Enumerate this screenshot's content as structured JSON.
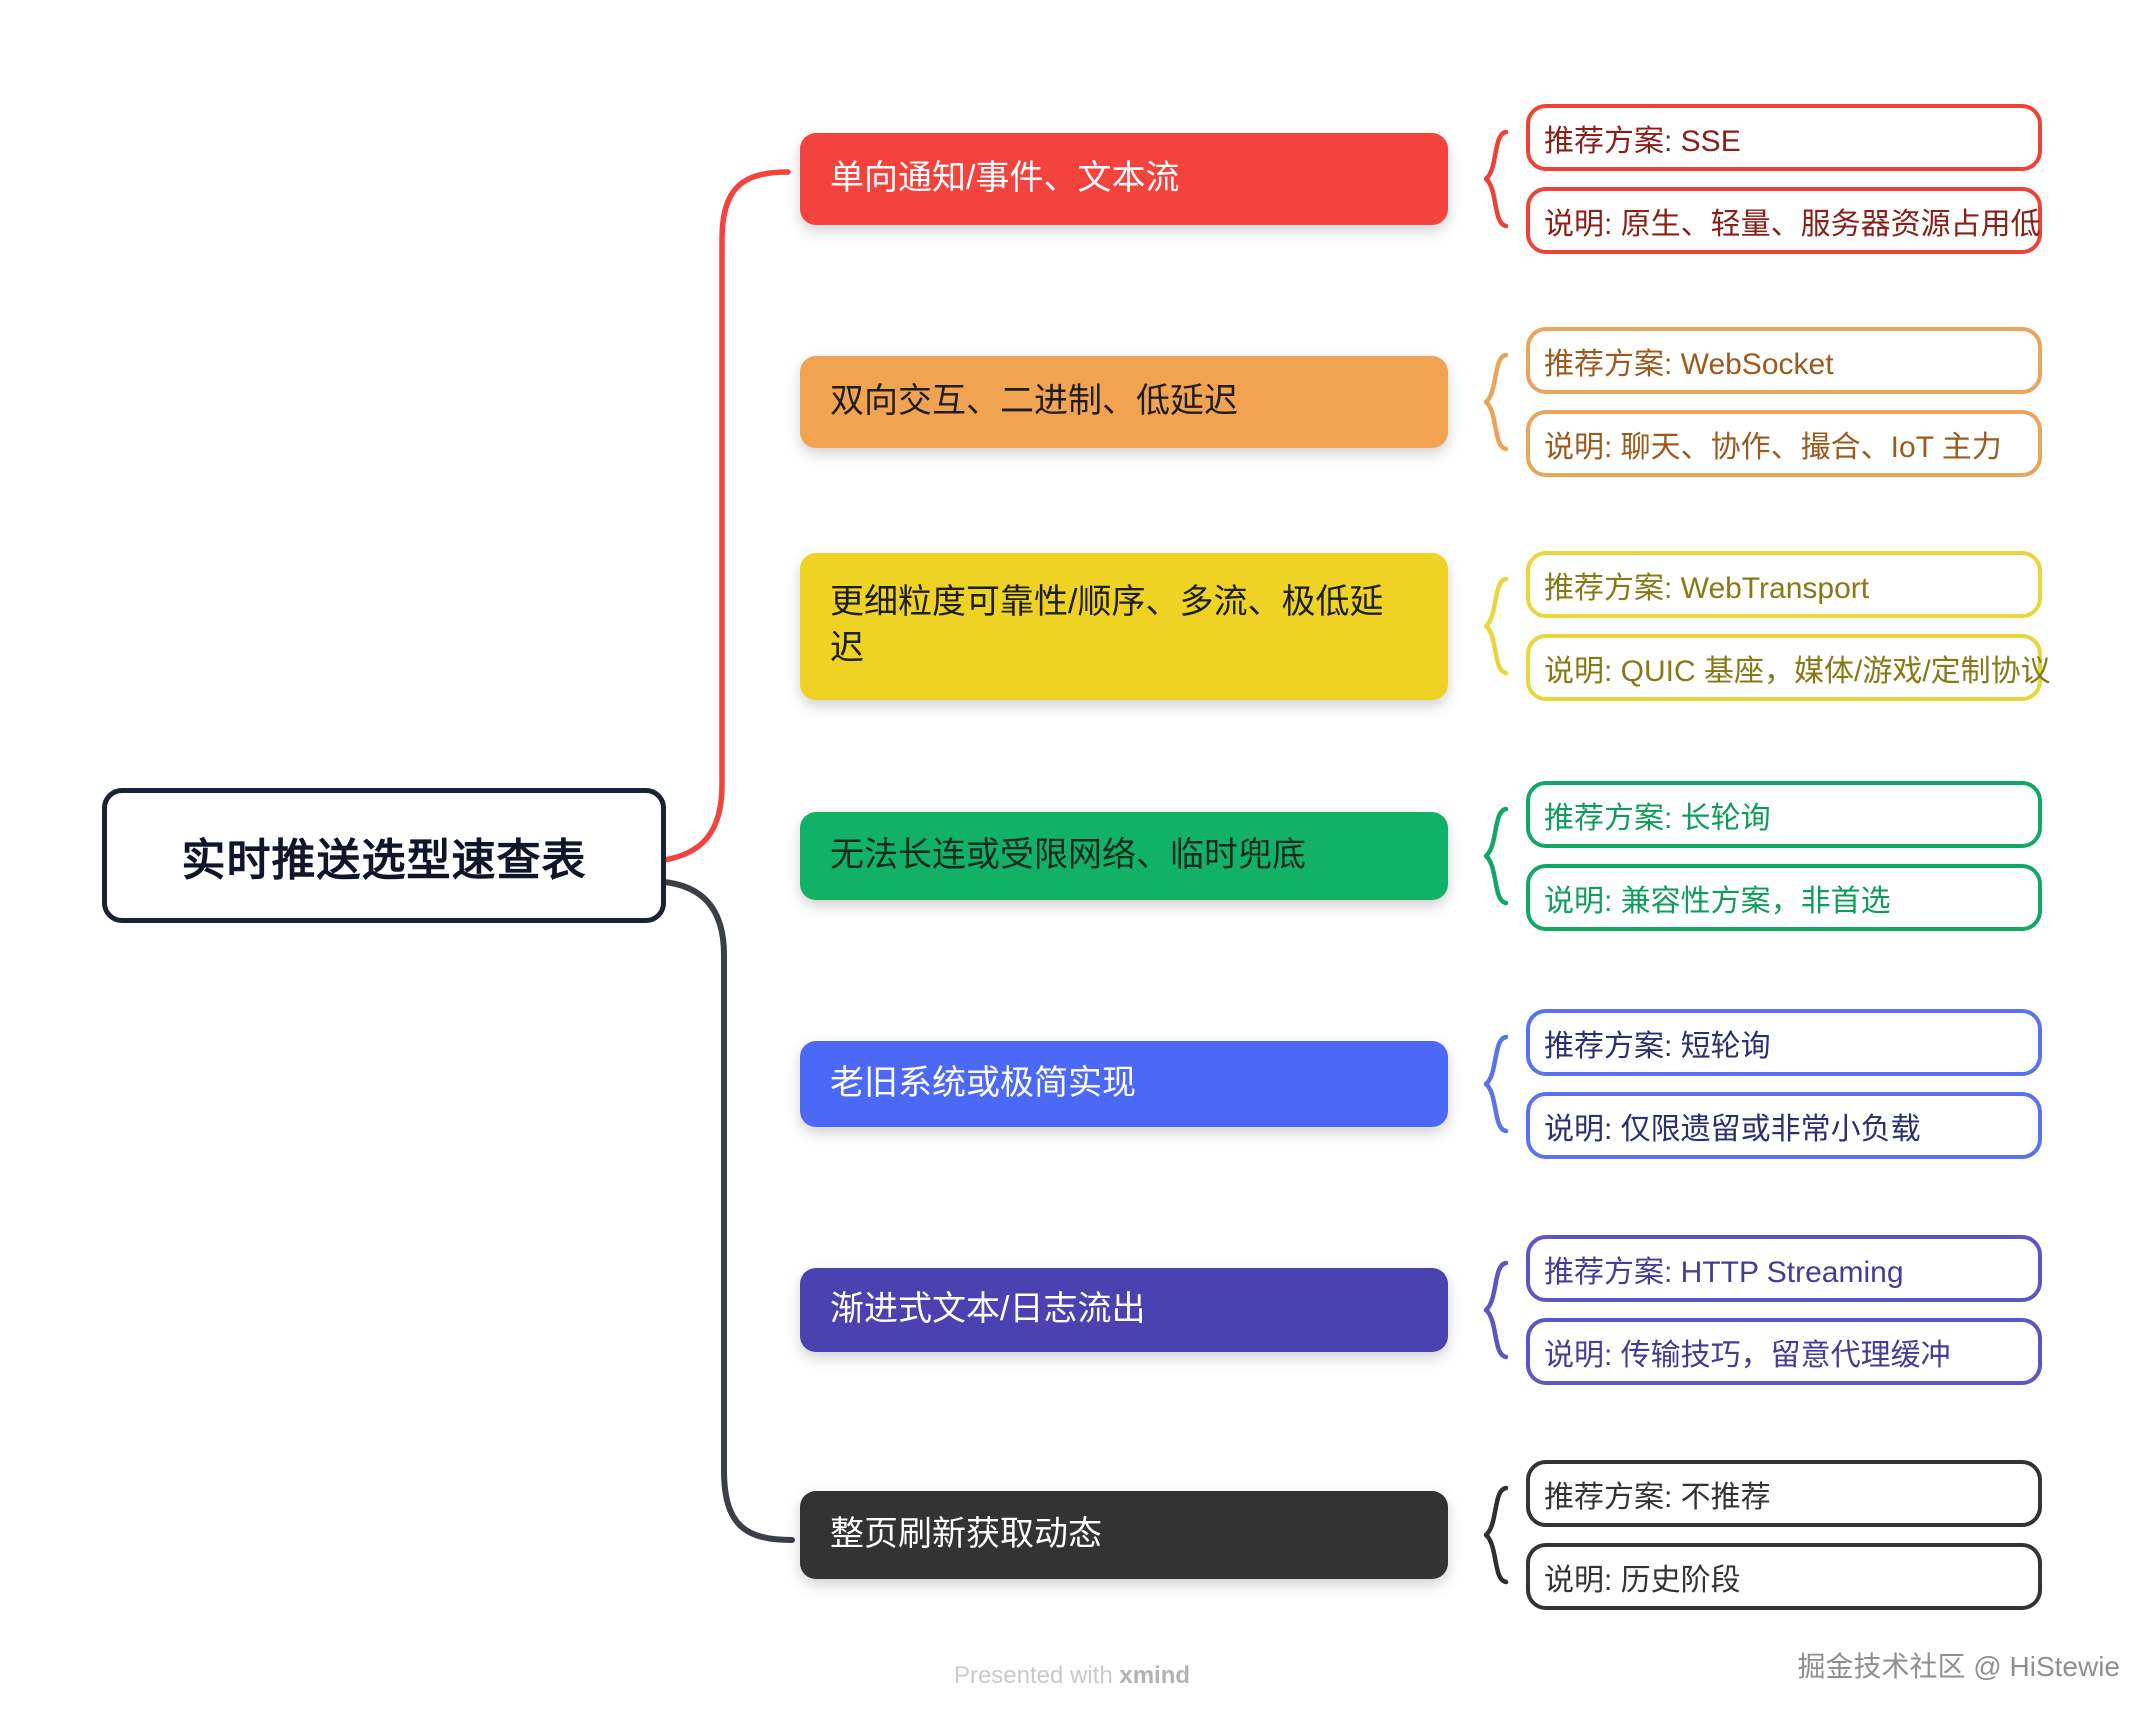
{
  "root": {
    "label": "实时推送选型速查表",
    "border_color": "#1B2136",
    "text_color": "#10162A"
  },
  "connectors": {
    "top_color": "#F4433C",
    "bottom_color": "#3B4048"
  },
  "branches": [
    {
      "label": "单向通知/事件、文本流",
      "recommendation": "推荐方案: SSE",
      "note": "说明: 原生、轻量、服务器资源占用低",
      "fill": "#F4433C",
      "label_color": "#FFFFFF",
      "leaf_border": "#EF4136",
      "leaf_text": "#8A1F17",
      "brace": "#EF4136"
    },
    {
      "label": "双向交互、二进制、低延迟",
      "recommendation": "推荐方案: WebSocket",
      "note": "说明: 聊天、协作、撮合、IoT 主力",
      "fill": "#F1A351",
      "label_color": "#1E1E1E",
      "leaf_border": "#EBA45C",
      "leaf_text": "#9C5A1E",
      "brace": "#EBA45C"
    },
    {
      "label": "更细粒度可靠性/顺序、多流、极低延迟",
      "recommendation": "推荐方案: WebTransport",
      "note": "说明: QUIC 基座，媒体/游戏/定制协议",
      "fill": "#EED224",
      "label_color": "#1E1E1E",
      "leaf_border": "#E8D63C",
      "leaf_text": "#857A15",
      "brace": "#E8D63C"
    },
    {
      "label": "无法长连或受限网络、临时兜底",
      "recommendation": "推荐方案: 长轮询",
      "note": "说明: 兼容性方案，非首选",
      "fill": "#11B268",
      "label_color": "#122B1D",
      "leaf_border": "#12A765",
      "leaf_text": "#0F9D5C",
      "brace": "#12A765"
    },
    {
      "label": "老旧系统或极简实现",
      "recommendation": "推荐方案: 短轮询",
      "note": "说明: 仅限遗留或非常小负载",
      "fill": "#4C68F7",
      "label_color": "#FFFFFF",
      "leaf_border": "#5B72EE",
      "leaf_text": "#2A3070",
      "brace": "#5B72EE"
    },
    {
      "label": "渐进式文本/日志流出",
      "recommendation": "推荐方案: HTTP Streaming",
      "note": "说明: 传输技巧，留意代理缓冲",
      "fill": "#4B42B2",
      "label_color": "#FFFFFF",
      "leaf_border": "#5E54C4",
      "leaf_text": "#453C97",
      "brace": "#5E54C4"
    },
    {
      "label": "整页刷新获取动态",
      "recommendation": "推荐方案: 不推荐",
      "note": "说明: 历史阶段",
      "fill": "#333333",
      "label_color": "#FFFFFF",
      "leaf_border": "#333333",
      "leaf_text": "#333333",
      "brace": "#2F2F2F"
    }
  ],
  "footer": {
    "presented_prefix": "Presented with ",
    "presented_brand": "xmind",
    "credit": "掘金技术社区 @ HiStewie"
  }
}
